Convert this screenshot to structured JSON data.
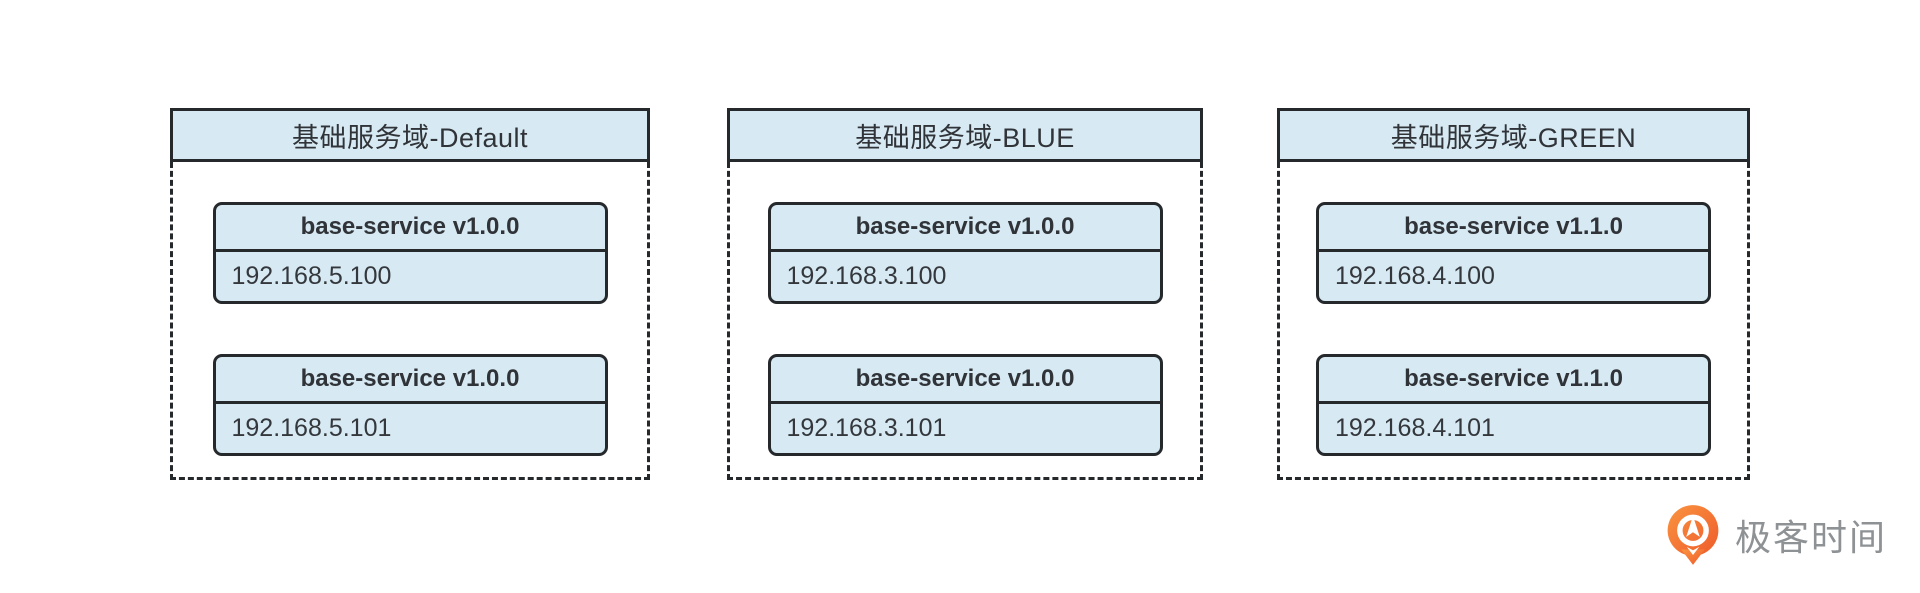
{
  "colors": {
    "box_fill": "#d7e9f3",
    "box_border": "#26292c",
    "text_dark": "#303438",
    "logo_orange": "#f7762f",
    "logo_text_gray": "#8e9295"
  },
  "domains": [
    {
      "title": "基础服务域-Default",
      "services": [
        {
          "name": "base-service v1.0.0",
          "ip": "192.168.5.100"
        },
        {
          "name": "base-service v1.0.0",
          "ip": "192.168.5.101"
        }
      ]
    },
    {
      "title": "基础服务域-BLUE",
      "services": [
        {
          "name": "base-service v1.0.0",
          "ip": "192.168.3.100"
        },
        {
          "name": "base-service v1.0.0",
          "ip": "192.168.3.101"
        }
      ]
    },
    {
      "title": "基础服务域-GREEN",
      "services": [
        {
          "name": "base-service v1.1.0",
          "ip": "192.168.4.100"
        },
        {
          "name": "base-service v1.1.0",
          "ip": "192.168.4.101"
        }
      ]
    }
  ],
  "logo": {
    "text": "极客时间",
    "icon": "geektime-logo-icon"
  }
}
